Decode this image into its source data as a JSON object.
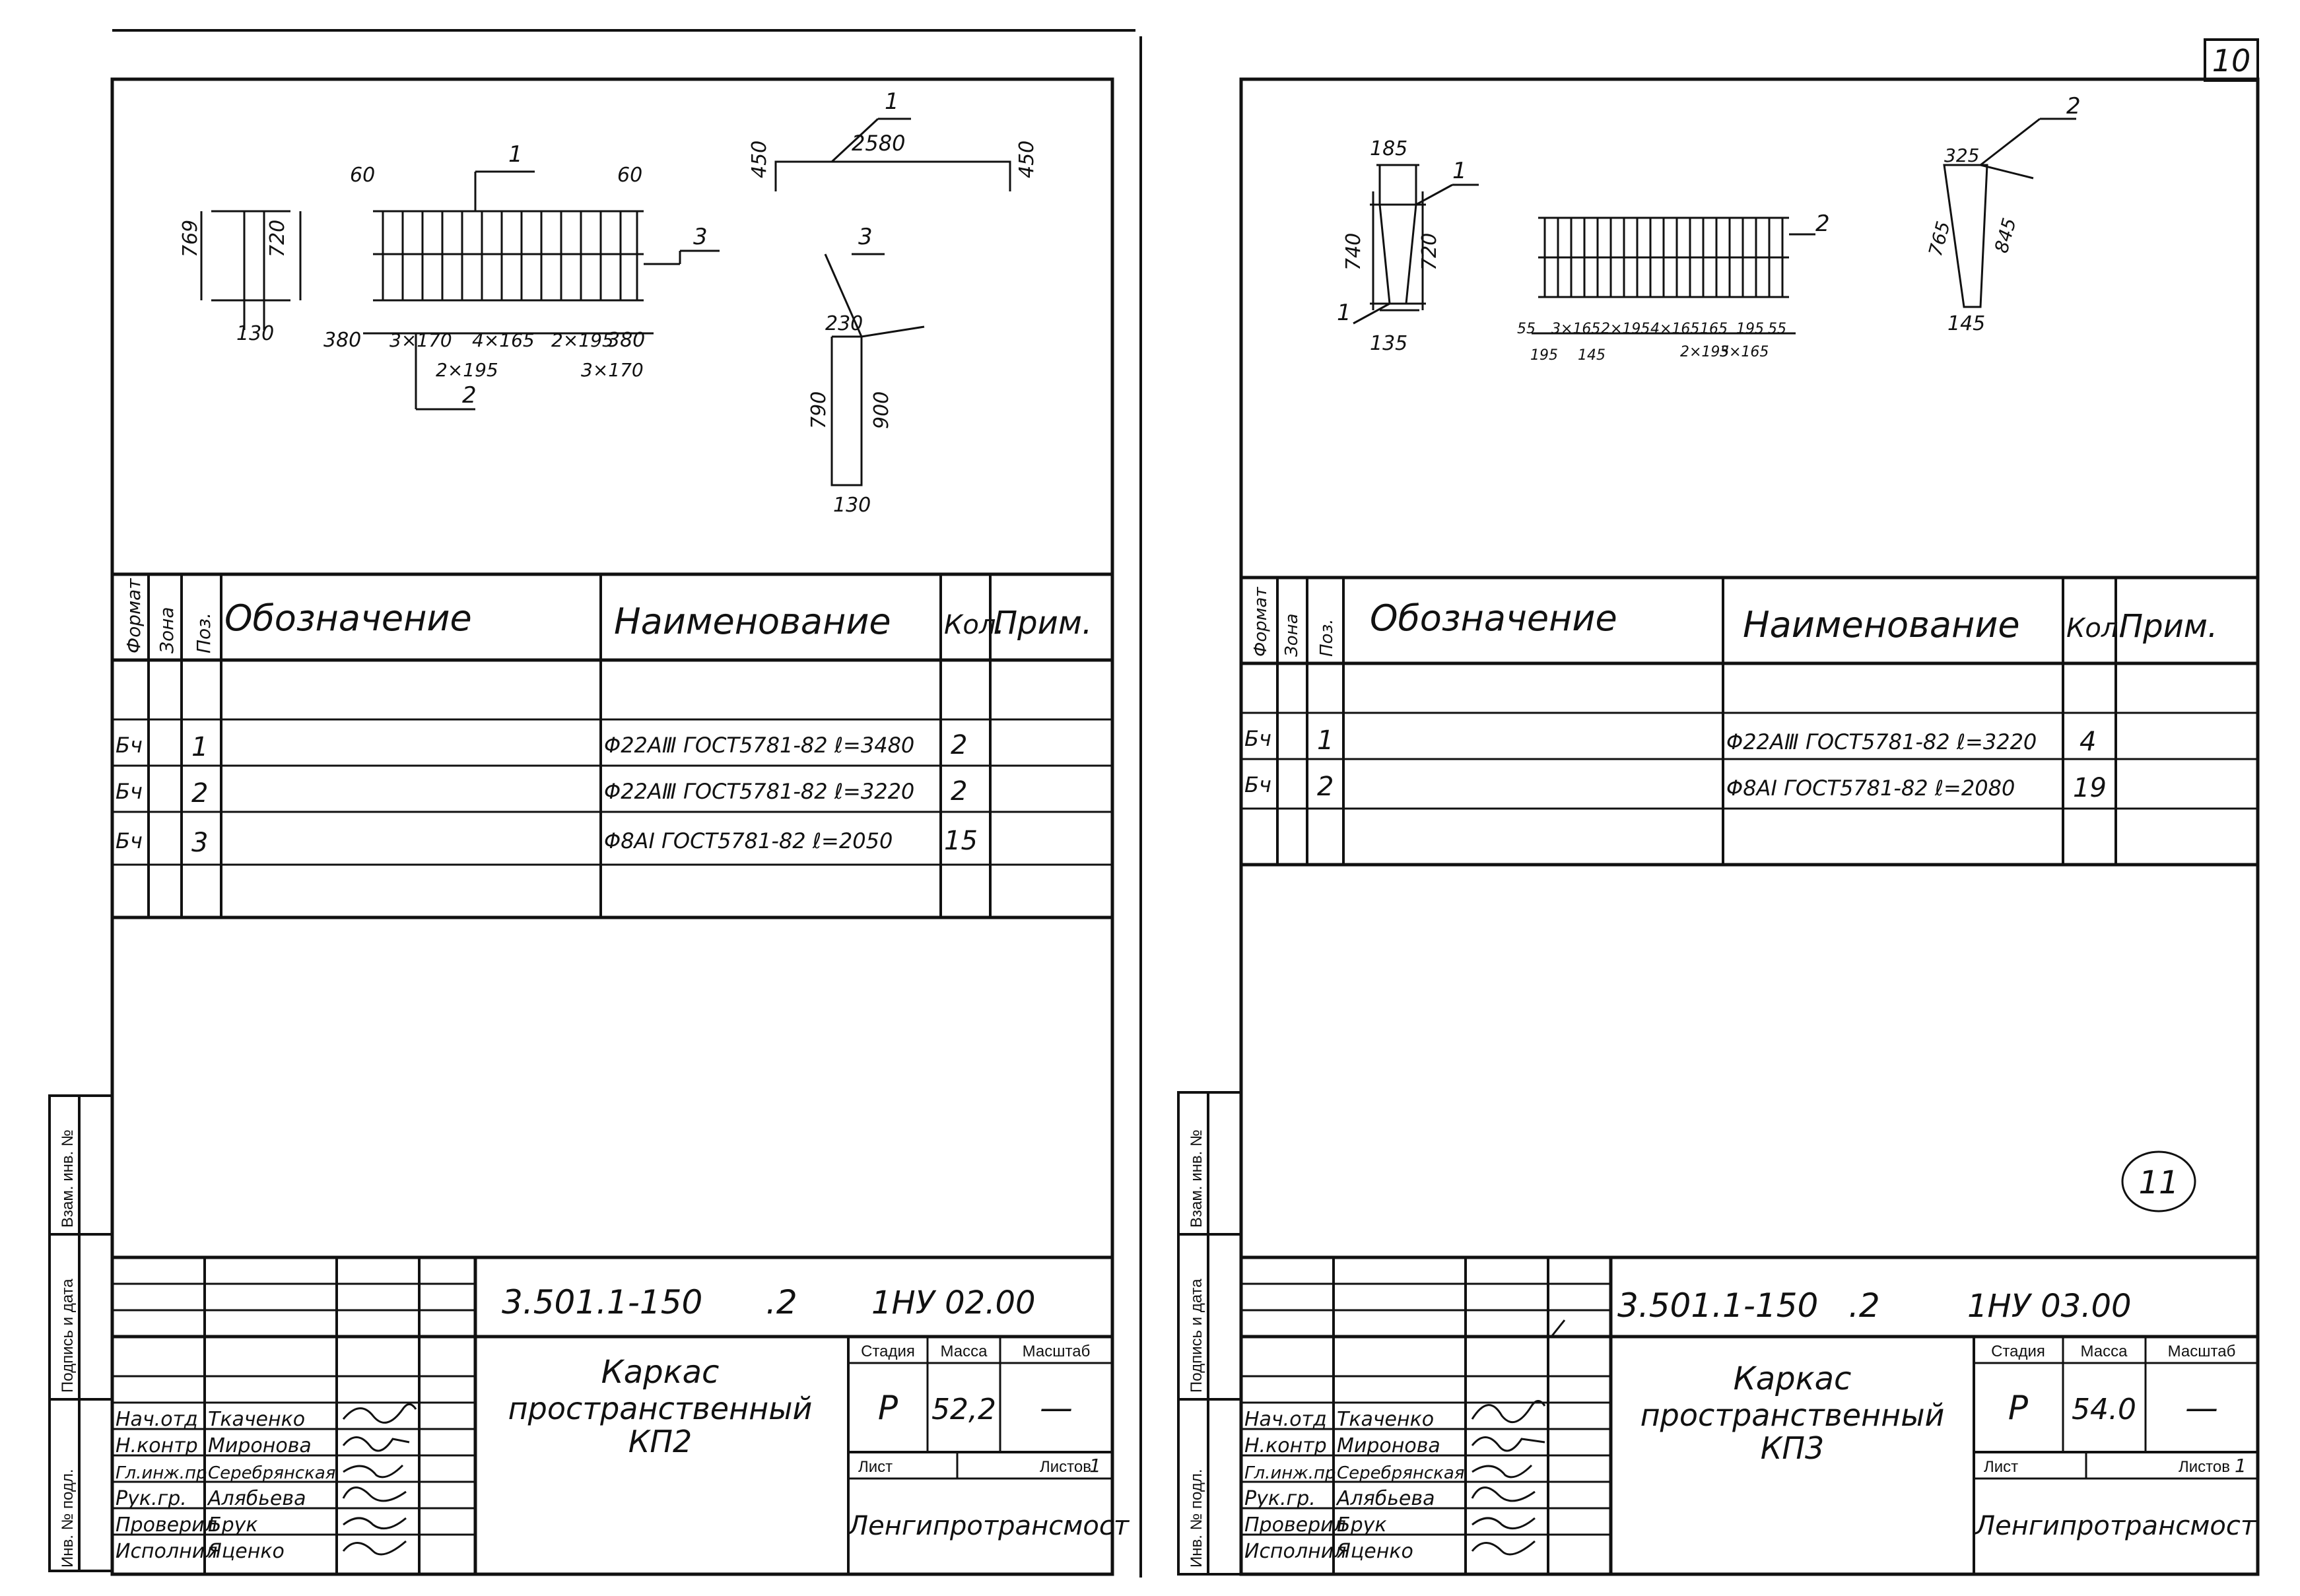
{
  "page_number": "10",
  "sheets": [
    {
      "sketches": {
        "dims_a": [
          "769",
          "720",
          "130"
        ],
        "dims_b": [
          "60",
          "60",
          "380",
          "3×170",
          "4×165",
          "2×195",
          "380",
          "2×195",
          "3×170"
        ],
        "dims_c": [
          "2580",
          "450",
          "450"
        ],
        "dims_d": [
          "230",
          "790",
          "900",
          "130"
        ],
        "callouts": [
          "1",
          "3",
          "2",
          "1",
          "3"
        ]
      },
      "spec": {
        "headers": [
          "Формат",
          "Зона",
          "Поз.",
          "Обозначение",
          "Наименование",
          "Кол.",
          "Прим."
        ],
        "rows": [
          {
            "format": "Бч",
            "pos": "1",
            "name": "Φ22АⅢ ГОСТ5781-82 ℓ=3480",
            "qty": "2"
          },
          {
            "format": "Бч",
            "pos": "2",
            "name": "Φ22АⅢ ГОСТ5781-82 ℓ=3220",
            "qty": "2"
          },
          {
            "format": "Бч",
            "pos": "3",
            "name": "Φ8АⅠ ГОСТ5781-82 ℓ=2050",
            "qty": "15"
          }
        ]
      },
      "title_block": {
        "doc_code": "3.501.1-150",
        "issue": ".2",
        "item_code": "1НУ 02.00",
        "title": [
          "Каркас",
          "пространственный",
          "КП2"
        ],
        "stage_label": "Стадия",
        "mass_label": "Масса",
        "scale_label": "Масштаб",
        "stage": "Р",
        "mass": "52,2",
        "scale": "—",
        "sheet_label": "Лист",
        "sheets_label": "Листов",
        "sheets_value": "1",
        "org": "Ленгипротрансмост",
        "staff": [
          {
            "role": "Нач.отд",
            "name": "Ткаченко"
          },
          {
            "role": "Н.контр",
            "name": "Миронова"
          },
          {
            "role": "Гл.инж.пр",
            "name": "Серебрянская"
          },
          {
            "role": "Рук.гр.",
            "name": "Алябьева"
          },
          {
            "role": "Проверил",
            "name": "Брук"
          },
          {
            "role": "Исполнил",
            "name": "Яценко"
          }
        ]
      },
      "side_stamp": [
        "Взам. инв. №",
        "Подпись и дата",
        "Инв. № подл."
      ]
    },
    {
      "sketches": {
        "dims_a": [
          "185",
          "740",
          "720",
          "135"
        ],
        "dims_b": [
          "55",
          "3×165",
          "2×195",
          "4×165",
          "165",
          "195",
          "55",
          "195",
          "145",
          "2×195",
          "3×165"
        ],
        "dims_c": [
          "325",
          "765",
          "845",
          "145"
        ],
        "callouts": [
          "1",
          "1",
          "2",
          "2"
        ]
      },
      "spec": {
        "headers": [
          "Формат",
          "Зона",
          "Поз.",
          "Обозначение",
          "Наименование",
          "Кол.",
          "Прим."
        ],
        "rows": [
          {
            "format": "Бч",
            "pos": "1",
            "name": "Φ22АⅢ ГОСТ5781-82 ℓ=3220",
            "qty": "4"
          },
          {
            "format": "Бч",
            "pos": "2",
            "name": "Φ8АⅠ ГОСТ5781-82 ℓ=2080",
            "qty": "19"
          }
        ]
      },
      "circled_mark": "11",
      "title_block": {
        "doc_code": "3.501.1-150",
        "issue": ".2",
        "item_code": "1НУ 03.00",
        "title": [
          "Каркас",
          "пространственный",
          "КП3"
        ],
        "stage_label": "Стадия",
        "mass_label": "Масса",
        "scale_label": "Масштаб",
        "stage": "Р",
        "mass": "54.0",
        "scale": "—",
        "sheet_label": "Лист",
        "sheets_label": "Листов",
        "sheets_value": "1",
        "org": "Ленгипротрансмост",
        "staff": [
          {
            "role": "Нач.отд",
            "name": "Ткаченко"
          },
          {
            "role": "Н.контр",
            "name": "Миронова"
          },
          {
            "role": "Гл.инж.пр",
            "name": "Серебрянская"
          },
          {
            "role": "Рук.гр.",
            "name": "Алябьева"
          },
          {
            "role": "Проверил",
            "name": "Брук"
          },
          {
            "role": "Исполнил",
            "name": "Яценко"
          }
        ]
      },
      "side_stamp": [
        "Взам. инв. №",
        "Подпись и дата",
        "Инв. № подл."
      ]
    }
  ]
}
